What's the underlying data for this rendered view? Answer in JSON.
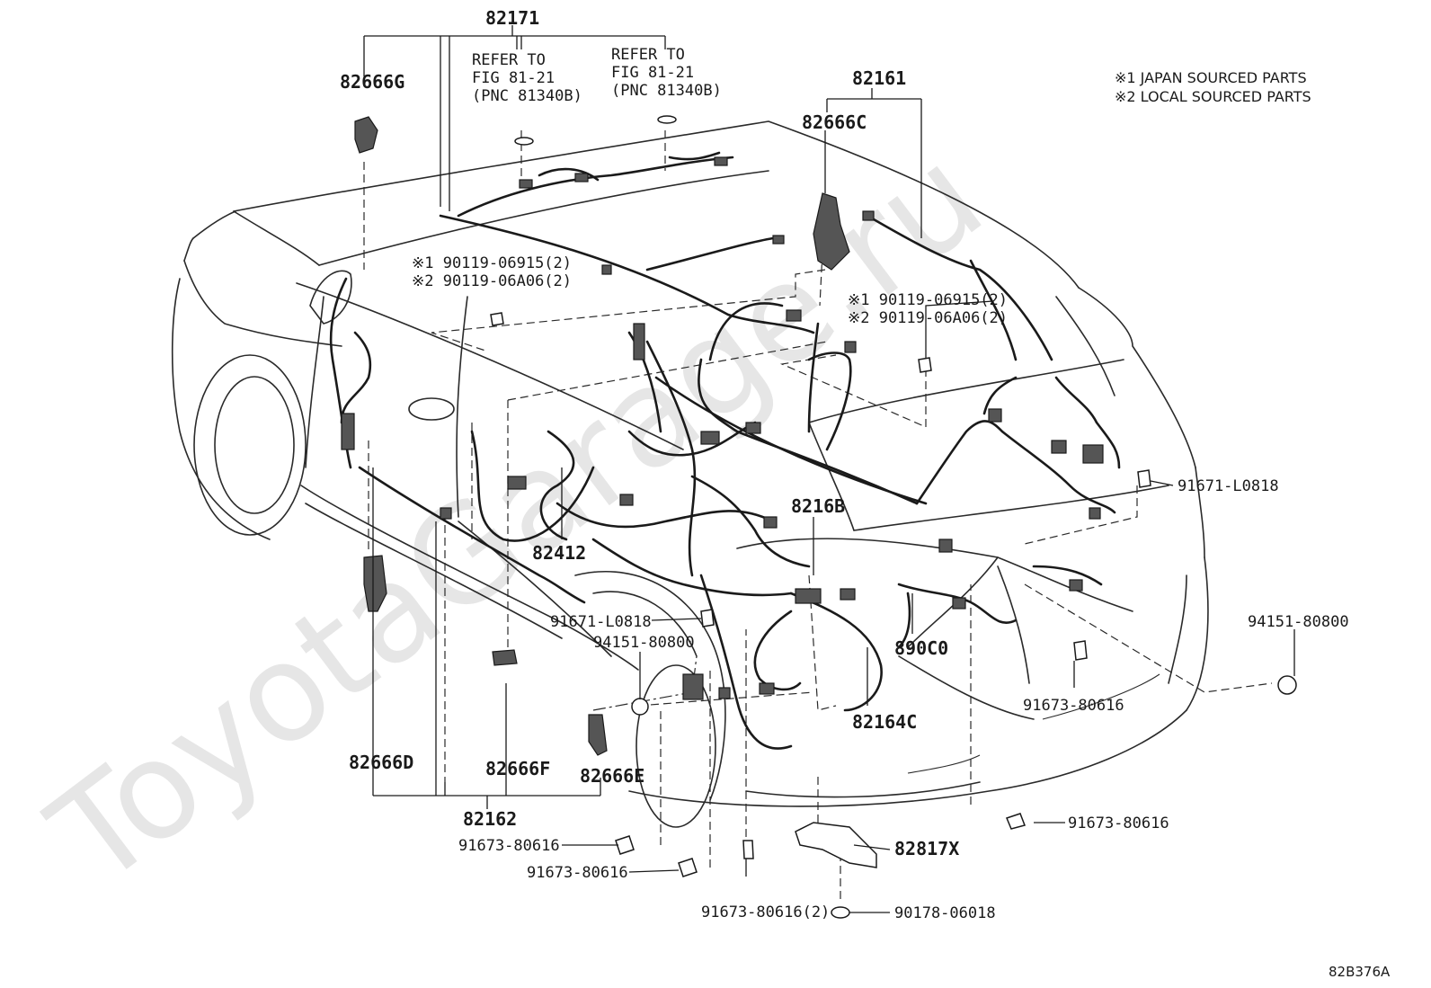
{
  "watermark": "ToyotaGarage.ru",
  "figure_id": "82B376A",
  "notes": [
    "※1 JAPAN SOURCED PARTS",
    "※2 LOCAL SOURCED PARTS"
  ],
  "refer_notes": [
    {
      "line1": "REFER TO",
      "line2": "FIG 81-21",
      "line3": "(PNC 81340B)"
    },
    {
      "line1": "REFER TO",
      "line2": "FIG 81-21",
      "line3": "(PNC 81340B)"
    }
  ],
  "callouts": {
    "p82171": "82171",
    "p82666G": "82666G",
    "p82161": "82161",
    "p82666C": "82666C",
    "bolt_left_1": "※1 90119-06915(2)",
    "bolt_left_2": "※2 90119-06A06(2)",
    "bolt_right_1": "※1 90119-06915(2)",
    "bolt_right_2": "※2 90119-06A06(2)",
    "p91671_right": "91671-L0818",
    "p8216B": "8216B",
    "p82412": "82412",
    "p91671_mid": "91671-L0818",
    "p94151_mid": "94151-80800",
    "p890C0": "890C0",
    "p94151_right": "94151-80800",
    "p91673_right_mid": "91673-80616",
    "p82164C": "82164C",
    "p82666D": "82666D",
    "p82666F": "82666F",
    "p82666E": "82666E",
    "p82162": "82162",
    "p91673_right_low": "91673-80616",
    "p82817X": "82817X",
    "p91673_left_1": "91673-80616",
    "p91673_left_2": "91673-80616",
    "p91673_bottom": "91673-80616(2)",
    "p90178": "90178-06018"
  }
}
